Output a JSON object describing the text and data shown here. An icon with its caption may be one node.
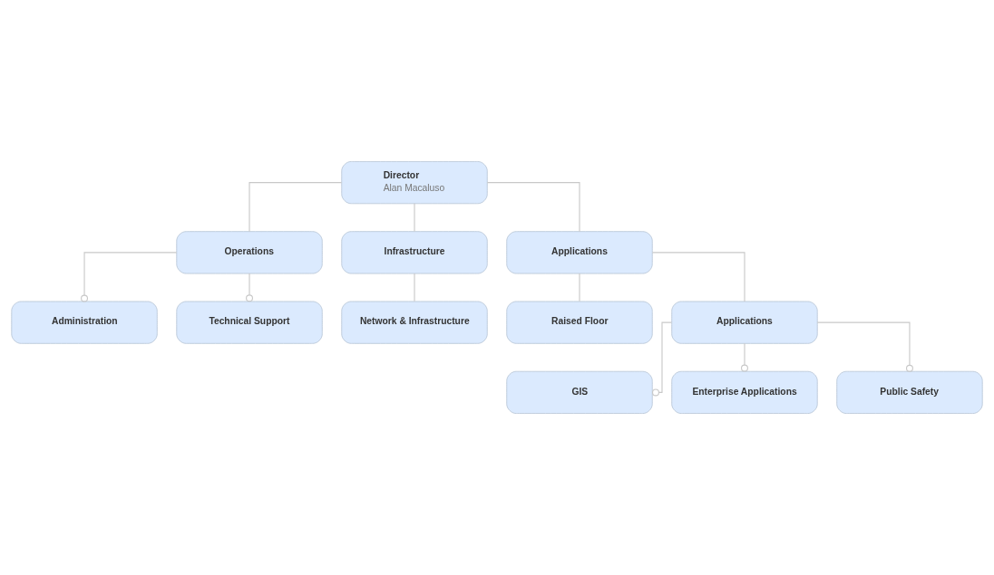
{
  "diagram": {
    "nodes": [
      {
        "text": [
          "Director",
          "Alan Macaluso"
        ]
      },
      {
        "text": [
          "Operations"
        ]
      },
      {
        "text": [
          "Infrastructure"
        ]
      },
      {
        "text": [
          "Applications"
        ]
      },
      {
        "text": [
          "Administration"
        ]
      },
      {
        "text": [
          "Technical Support"
        ]
      },
      {
        "text": [
          "Network & Infrastructure"
        ]
      },
      {
        "text": [
          "Raised Floor"
        ]
      },
      {
        "text": [
          "Applications"
        ]
      },
      {
        "text": [
          "GIS"
        ]
      },
      {
        "text": [
          "Enterprise Applications"
        ]
      },
      {
        "text": [
          "Public Safety"
        ]
      }
    ],
    "edges": [
      {
        "from": 0,
        "to": 1,
        "arrow": "none"
      },
      {
        "from": 0,
        "to": 2,
        "arrow": "none"
      },
      {
        "from": 0,
        "to": 3,
        "arrow": "none"
      },
      {
        "from": 1,
        "to": 4,
        "arrow": "other"
      },
      {
        "from": 1,
        "to": 5,
        "arrow": "other"
      },
      {
        "from": 2,
        "to": 6,
        "arrow": "none"
      },
      {
        "from": 3,
        "to": 7,
        "arrow": "none"
      },
      {
        "from": 3,
        "to": 8,
        "arrow": "none"
      },
      {
        "from": 8,
        "to": 9,
        "arrow": "other"
      },
      {
        "from": 8,
        "to": 10,
        "arrow": "other"
      },
      {
        "from": 8,
        "to": 11,
        "arrow": "other"
      }
    ]
  }
}
